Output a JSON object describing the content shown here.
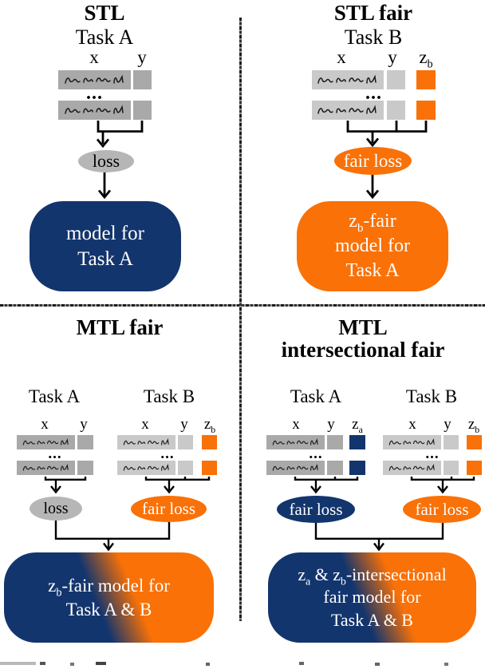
{
  "colors": {
    "navy": "#13356d",
    "orange": "#f97107",
    "gray-dark": "#a9a9a9",
    "gray-light": "#c9c9c9",
    "loss-gray": "#b6b6b6"
  },
  "stl": {
    "title": "STL",
    "task_name": "Task A",
    "col_x": [
      "x"
    ],
    "col_y": [
      "y"
    ],
    "dots": "...",
    "loss": "loss",
    "model_line1": [
      "model for"
    ],
    "model_line2": [
      "Task A"
    ]
  },
  "stl_fair": {
    "title": "STL fair",
    "task_name": "Task B",
    "col_x": [
      "x"
    ],
    "col_y": [
      "y"
    ],
    "col_z": [
      "z",
      {
        "sub": "b"
      }
    ],
    "dots": "...",
    "loss": "fair loss",
    "model_line1": [
      "z",
      {
        "sub": "b"
      },
      "-fair"
    ],
    "model_line2": [
      "model for"
    ],
    "model_line3": [
      "Task A"
    ]
  },
  "mtl_fair": {
    "title": "MTL fair",
    "task_a": {
      "name": "Task A",
      "col_x": [
        "x"
      ],
      "col_y": [
        "y"
      ],
      "dots": "...",
      "loss": "loss"
    },
    "task_b": {
      "name": "Task B",
      "col_x": [
        "x"
      ],
      "col_y": [
        "y"
      ],
      "col_z": [
        "z",
        {
          "sub": "b"
        }
      ],
      "dots": "...",
      "loss": "fair loss"
    },
    "model_line1": [
      "z",
      {
        "sub": "b"
      },
      "-fair model for"
    ],
    "model_line2": [
      "Task A & B"
    ]
  },
  "mtl_intersectional_fair": {
    "title_line1": "MTL",
    "title_line2": "intersectional fair",
    "task_a": {
      "name": "Task A",
      "col_x": [
        "x"
      ],
      "col_y": [
        "y"
      ],
      "col_z": [
        "z",
        {
          "sub": "a"
        }
      ],
      "dots": "...",
      "loss": "fair loss"
    },
    "task_b": {
      "name": "Task B",
      "col_x": [
        "x"
      ],
      "col_y": [
        "y"
      ],
      "col_z": [
        "z",
        {
          "sub": "b"
        }
      ],
      "dots": "...",
      "loss": "fair loss"
    },
    "model_line1": [
      "z",
      {
        "sub": "a"
      },
      " & z",
      {
        "sub": "b"
      },
      "-intersectional"
    ],
    "model_line2": [
      "fair model for"
    ],
    "model_line3": [
      "Task A & B"
    ]
  }
}
